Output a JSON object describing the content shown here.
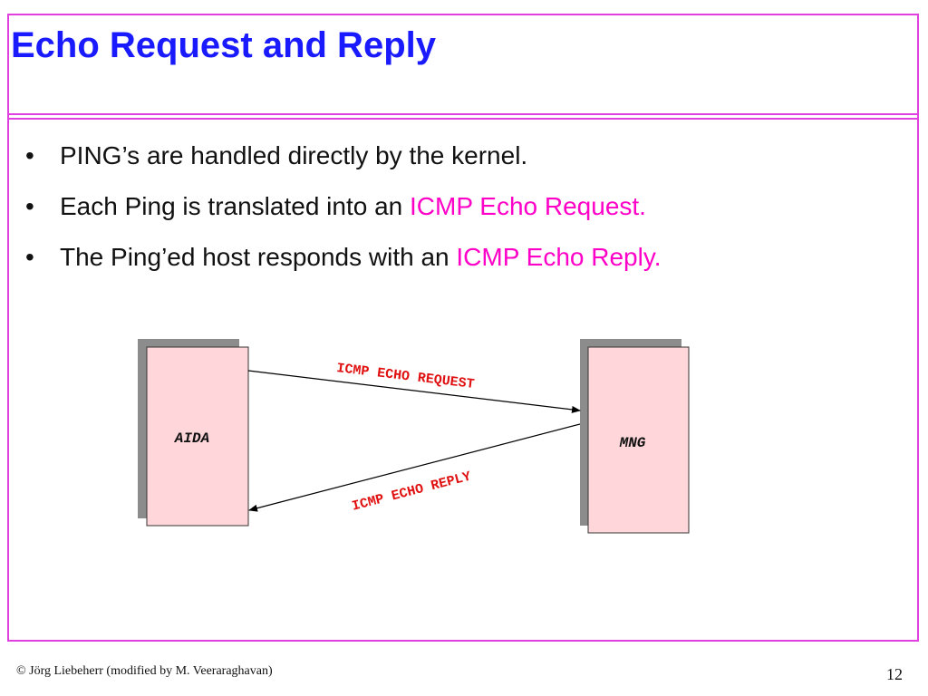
{
  "slide": {
    "title": "Echo Request and Reply",
    "bullets": [
      {
        "text": "PING’s are handled directly by the kernel.",
        "highlight": ""
      },
      {
        "text": "Each Ping is translated into an ",
        "highlight": "ICMP Echo Request."
      },
      {
        "text": "The Ping’ed host responds with an ",
        "highlight": "ICMP Echo Reply."
      }
    ],
    "bullet_glyph": "•"
  },
  "diagram": {
    "left_host": "AIDA",
    "right_host": "MNG",
    "request_label": "ICMP ECHO REQUEST",
    "reply_label": "ICMP ECHO REPLY"
  },
  "footer": {
    "credit": "© Jörg Liebeherr (modified by M. Veeraraghavan)",
    "page_number": "12"
  },
  "colors": {
    "frame": "#e040e0",
    "title": "#1a1aff",
    "highlight": "#ff00c8",
    "host_fill": "#ffd6d9",
    "host_shadow": "#8c8c8c",
    "arrow_label": "#e01010"
  }
}
